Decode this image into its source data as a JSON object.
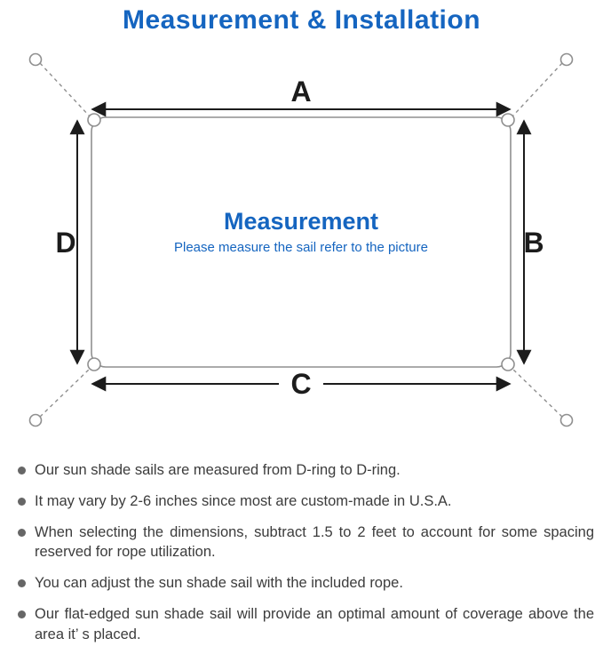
{
  "page": {
    "title": "Measurement & Installation"
  },
  "diagram": {
    "dimension_labels": {
      "top": "A",
      "right": "B",
      "bottom": "C",
      "left": "D"
    },
    "center_title": "Measurement",
    "center_subtitle": "Please measure the sail refer to the picture"
  },
  "notes": {
    "items": [
      "Our sun shade sails are measured from D-ring to D-ring.",
      "It may vary by 2-6 inches since most are custom-made in U.S.A.",
      "When selecting the dimensions, subtract 1.5 to 2 feet to account for some spacing reserved for rope utilization.",
      "You can adjust the sun shade sail with the included rope.",
      "Our flat-edged sun shade sail will provide an optimal amount of coverage above the area it’ s placed."
    ]
  },
  "colors": {
    "accent": "#1565c0",
    "line": "#8f8f8f",
    "dark": "#1c1c1c",
    "text": "#3c3c3c",
    "bullet": "#666666"
  }
}
